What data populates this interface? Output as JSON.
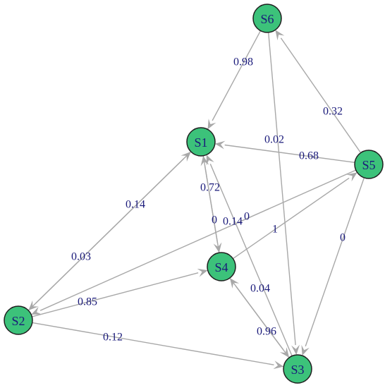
{
  "diagram": {
    "colors": {
      "node_fill": "#3cc27a",
      "node_stroke": "#1f1f1f",
      "node_text": "#1a1a7a",
      "edge": "#a8a8a8",
      "edge_label": "#1a1a7a"
    },
    "nodes": [
      {
        "id": "S1",
        "label": "S1"
      },
      {
        "id": "S2",
        "label": "S2"
      },
      {
        "id": "S3",
        "label": "S3"
      },
      {
        "id": "S4",
        "label": "S4"
      },
      {
        "id": "S5",
        "label": "S5"
      },
      {
        "id": "S6",
        "label": "S6"
      }
    ],
    "edges": [
      {
        "from": "S6",
        "to": "S1",
        "label": "0.98"
      },
      {
        "from": "S6",
        "to": "S3",
        "label": "0.02"
      },
      {
        "from": "S5",
        "to": "S6",
        "label": "0.32"
      },
      {
        "from": "S5",
        "to": "S1",
        "label": "0.68"
      },
      {
        "from": "S5",
        "to": "S3",
        "label": "0"
      },
      {
        "from": "S5",
        "to": "S2",
        "label": "0"
      },
      {
        "from": "S2",
        "to": "S1",
        "label": "0.14"
      },
      {
        "from": "S1",
        "to": "S2",
        "label": "0.03"
      },
      {
        "from": "S2",
        "to": "S4",
        "label": "0.85"
      },
      {
        "from": "S2",
        "to": "S3",
        "label": "0.12"
      },
      {
        "from": "S1",
        "to": "S4",
        "label": "0.72"
      },
      {
        "from": "S4",
        "to": "S1",
        "label": "0"
      },
      {
        "from": "S3",
        "to": "S1",
        "label": "0.14"
      },
      {
        "from": "S4",
        "to": "S5",
        "label": "1"
      },
      {
        "from": "S4",
        "to": "S3",
        "label": "0.96"
      },
      {
        "from": "S3",
        "to": "S4",
        "label": "0.04"
      }
    ]
  }
}
